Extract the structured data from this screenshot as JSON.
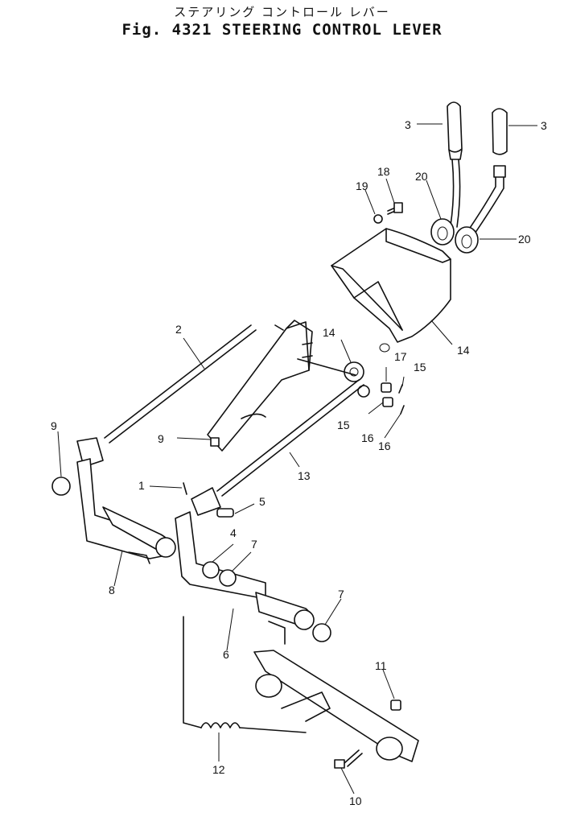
{
  "figure": {
    "title_jp": "ステアリング コントロール レバー",
    "title_en": "Fig. 4321 STEERING CONTROL LEVER"
  },
  "labels": [
    {
      "id": "l3a",
      "text": "3"
    },
    {
      "id": "l3b",
      "text": "3"
    },
    {
      "id": "l18",
      "text": "18"
    },
    {
      "id": "l19",
      "text": "19"
    },
    {
      "id": "l20a",
      "text": "20"
    },
    {
      "id": "l20b",
      "text": "20"
    },
    {
      "id": "l2",
      "text": "2"
    },
    {
      "id": "l14a",
      "text": "14"
    },
    {
      "id": "l14b",
      "text": "14"
    },
    {
      "id": "l17",
      "text": "17"
    },
    {
      "id": "l15a",
      "text": "15"
    },
    {
      "id": "l15b",
      "text": "15"
    },
    {
      "id": "l16a",
      "text": "16"
    },
    {
      "id": "l16b",
      "text": "16"
    },
    {
      "id": "l9a",
      "text": "9"
    },
    {
      "id": "l9b",
      "text": "9"
    },
    {
      "id": "l13",
      "text": "13"
    },
    {
      "id": "l1",
      "text": "1"
    },
    {
      "id": "l5",
      "text": "5"
    },
    {
      "id": "l4",
      "text": "4"
    },
    {
      "id": "l7a",
      "text": "7"
    },
    {
      "id": "l7b",
      "text": "7"
    },
    {
      "id": "l8",
      "text": "8"
    },
    {
      "id": "l6",
      "text": "6"
    },
    {
      "id": "l11",
      "text": "11"
    },
    {
      "id": "l12",
      "text": "12"
    },
    {
      "id": "l10",
      "text": "10"
    }
  ]
}
